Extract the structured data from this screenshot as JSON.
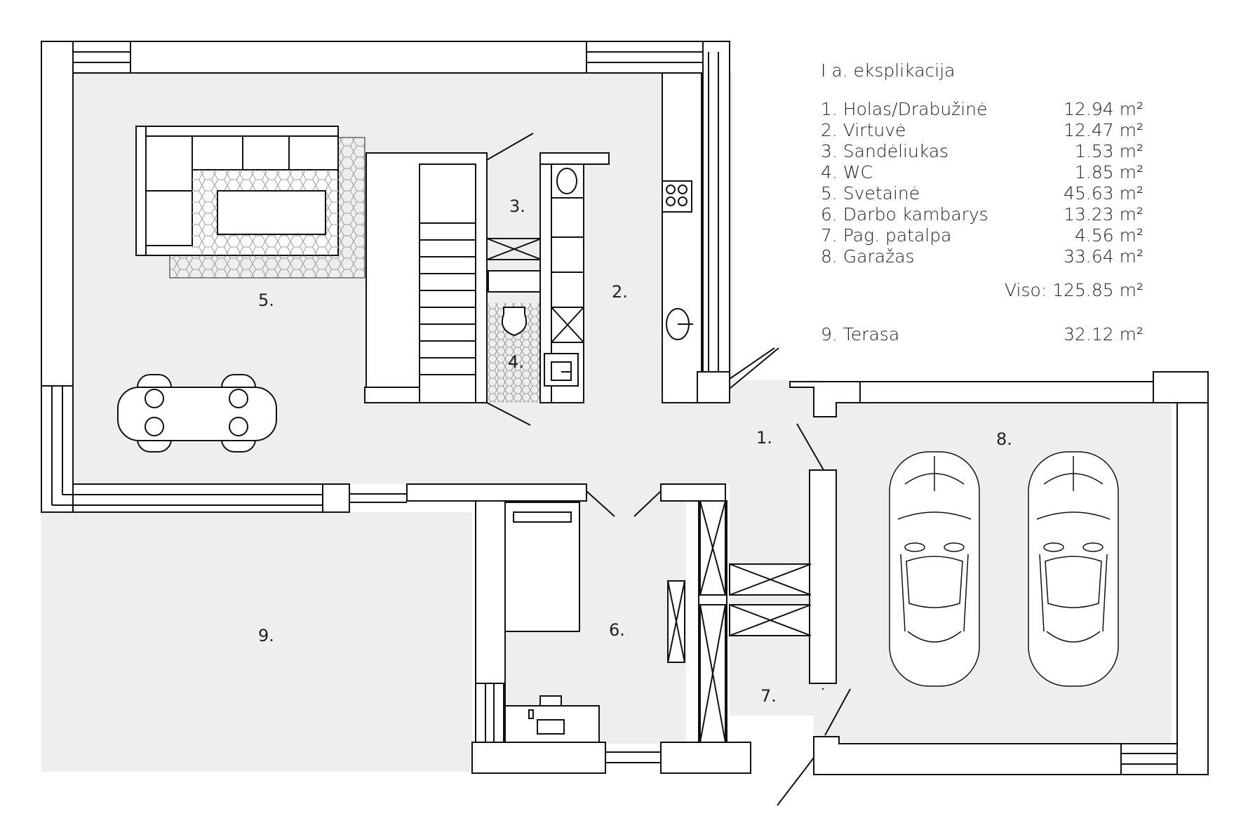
{
  "legend": {
    "title": "I a. eksplikacija",
    "rooms": [
      {
        "name": "1. Holas/Drabužinė",
        "area": "12.94 m²"
      },
      {
        "name": "2. Virtuvė",
        "area": "12.47 m²"
      },
      {
        "name": "3. Sandėliukas",
        "area": "1.53 m²"
      },
      {
        "name": "4. WC",
        "area": "1.85 m²"
      },
      {
        "name": "5. Svetainė",
        "area": "45.63 m²"
      },
      {
        "name": "6. Darbo kambarys",
        "area": "13.23 m²"
      },
      {
        "name": "7. Pag. patalpa",
        "area": "4.56 m²"
      },
      {
        "name": "8. Garažas",
        "area": "33.64 m²"
      }
    ],
    "total": "Viso: 125.85 m²",
    "terrace": {
      "name": "9. Terasa",
      "area": "32.12 m²"
    }
  },
  "labels": {
    "r1": "1.",
    "r2": "2.",
    "r3": "3.",
    "r4": "4.",
    "r5": "5.",
    "r6": "6.",
    "r7": "7.",
    "r8": "8.",
    "r9": "9."
  },
  "colors": {
    "floor": "#eeeeee",
    "wall": "#ffffff",
    "stroke": "#111111"
  }
}
